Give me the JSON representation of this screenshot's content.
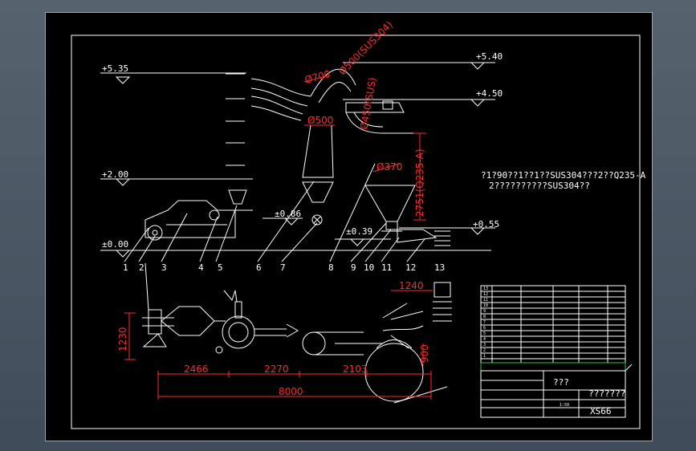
{
  "levels": {
    "l535": "+5.35",
    "l540": "+5.40",
    "l450": "+4.50",
    "l200": "+2.00",
    "l086": "±0.86",
    "l039": "±0.39",
    "l055": "+0.55",
    "l000": "±0.00"
  },
  "pipes": {
    "d700": "Ø700",
    "d500_sus": "Ø500(SUS304)",
    "d450_sus": "Ø450(SUS)",
    "d500": "Ø500",
    "d370": "Ø370",
    "pipe_2751": "2751(Q235-A)"
  },
  "callouts": [
    "1",
    "2",
    "3",
    "4",
    "5",
    "6",
    "7",
    "8",
    "9",
    "10",
    "11",
    "12",
    "13"
  ],
  "notes": {
    "line1": "?1?90??1??1??SUS304???2??Q235-A",
    "line2": "2??????????SUS304??"
  },
  "dimensions": {
    "d1240": "1240",
    "d1230": "1230",
    "d900": "900",
    "d2466": "2466",
    "d2270": "2270",
    "d2103": "2103",
    "d8000": "8000"
  },
  "title_block": {
    "title": "???",
    "company": "???????",
    "drawing_no": "XS66",
    "scale": "1:50",
    "parts_rows": [
      "13",
      "12",
      "11",
      "10",
      "9",
      "8",
      "7",
      "6",
      "5",
      "4",
      "3",
      "2",
      "1"
    ]
  },
  "colors": {
    "background": "#000000",
    "line": "#ffffff",
    "dimension": "#ff2a2a",
    "table_header": "#35c043"
  }
}
